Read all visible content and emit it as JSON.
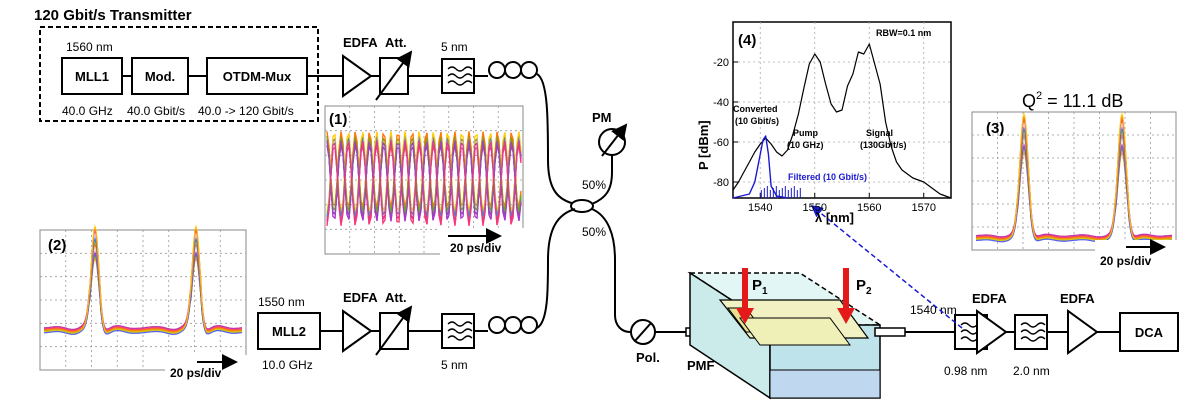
{
  "transmitter": {
    "title": "120 Gbit/s Transmitter",
    "wavelength": "1560 nm",
    "mll1": "MLL1",
    "mod": "Mod.",
    "mux": "OTDM-Mux",
    "rate1": "40.0 GHz",
    "rate2": "40.0 Gbit/s",
    "rate3": "40.0 -> 120 Gbit/s"
  },
  "upper_path": {
    "edfa": "EDFA",
    "att": "Att.",
    "filter_bw": "5 nm"
  },
  "pump_path": {
    "wavelength": "1550 nm",
    "mll2": "MLL2",
    "rate": "10.0 GHz",
    "edfa": "EDFA",
    "att": "Att.",
    "filter_bw": "5 nm"
  },
  "coupler": {
    "pm": "PM",
    "split_top": "50%",
    "split_bottom": "50%"
  },
  "device": {
    "pol": "Pol.",
    "pmf": "PMF",
    "p1": "P",
    "p1_sub": "1",
    "p2": "P",
    "p2_sub": "2"
  },
  "receiver": {
    "filter_center": "1540 nm",
    "filter_bw": "0.98 nm",
    "edfa1": "EDFA",
    "filter2_bw": "2.0 nm",
    "edfa2": "EDFA",
    "dca": "DCA"
  },
  "eye1": {
    "label": "(1)",
    "scale": "20 ps/div"
  },
  "eye2": {
    "label": "(2)",
    "scale": "20 ps/div"
  },
  "eye3": {
    "label": "(3)",
    "scale": "20 ps/div",
    "q_base": "Q",
    "q_sup": "2",
    "q_rest": " = 11.1 dB"
  },
  "spectrum": {
    "label": "(4)",
    "rbw": "RBW=0.1 nm",
    "ylabel": "P [dBm]",
    "xlabel": "λ [nm]",
    "yticks": [
      "-20",
      "-40",
      "-60",
      "-80"
    ],
    "xticks": [
      "1540",
      "1550",
      "1560",
      "1570"
    ],
    "ann_converted_1": "Converted",
    "ann_converted_2": "(10 Gbit/s)",
    "ann_pump_1": "Pump",
    "ann_pump_2": "(10 GHz)",
    "ann_signal_1": "Signal",
    "ann_signal_2": "(130Gbit/s)",
    "ann_filtered": "Filtered (10 Gbit/s)"
  },
  "chart_data": {
    "type": "line",
    "xlabel": "λ [nm]",
    "ylabel": "P [dBm]",
    "xlim": [
      1535,
      1575
    ],
    "ylim": [
      -88,
      0
    ],
    "xticks": [
      1540,
      1550,
      1560,
      1570
    ],
    "yticks": [
      -20,
      -40,
      -60,
      -80
    ],
    "series": [
      {
        "color": "#000000",
        "x": [
          1535,
          1536,
          1537,
          1538,
          1539,
          1540,
          1541,
          1542,
          1543,
          1544,
          1545,
          1546,
          1547,
          1548,
          1549,
          1550,
          1551,
          1552,
          1553,
          1554,
          1555,
          1556,
          1557,
          1558,
          1559,
          1560,
          1561,
          1562,
          1563,
          1564,
          1565,
          1566,
          1567,
          1568,
          1569,
          1570,
          1571,
          1572,
          1573,
          1574,
          1575
        ],
        "y": [
          -84,
          -80,
          -75,
          -70,
          -65,
          -61,
          -58,
          -61,
          -65,
          -67,
          -64,
          -56,
          -46,
          -33,
          -21,
          -16,
          -20,
          -31,
          -41,
          -45,
          -42,
          -34,
          -24,
          -17,
          -14,
          -13,
          -19,
          -33,
          -50,
          -62,
          -70,
          -74,
          -76,
          -78,
          -79,
          -80,
          -82,
          -84,
          -86,
          -87,
          -88
        ]
      },
      {
        "name": "Filtered (10 Gbit/s)",
        "color": "#1a1ad0",
        "x": [
          1535,
          1538,
          1539,
          1540,
          1540.5,
          1541,
          1541.5,
          1542,
          1543,
          1545
        ],
        "y": [
          -88,
          -86,
          -80,
          -66,
          -59,
          -57,
          -66,
          -82,
          -87,
          -88
        ]
      }
    ]
  },
  "colors": {
    "line": "#000000",
    "red_arrow": "#e41a1a",
    "blue_dashed": "#1a1ad0",
    "device_cyan": "#d8f4f4",
    "device_yellow": "#f4f4c8",
    "eye_palette": [
      "#ff7700",
      "#ffcc00",
      "#33bb33",
      "#3366ff",
      "#aa33cc",
      "#ff3377"
    ]
  }
}
